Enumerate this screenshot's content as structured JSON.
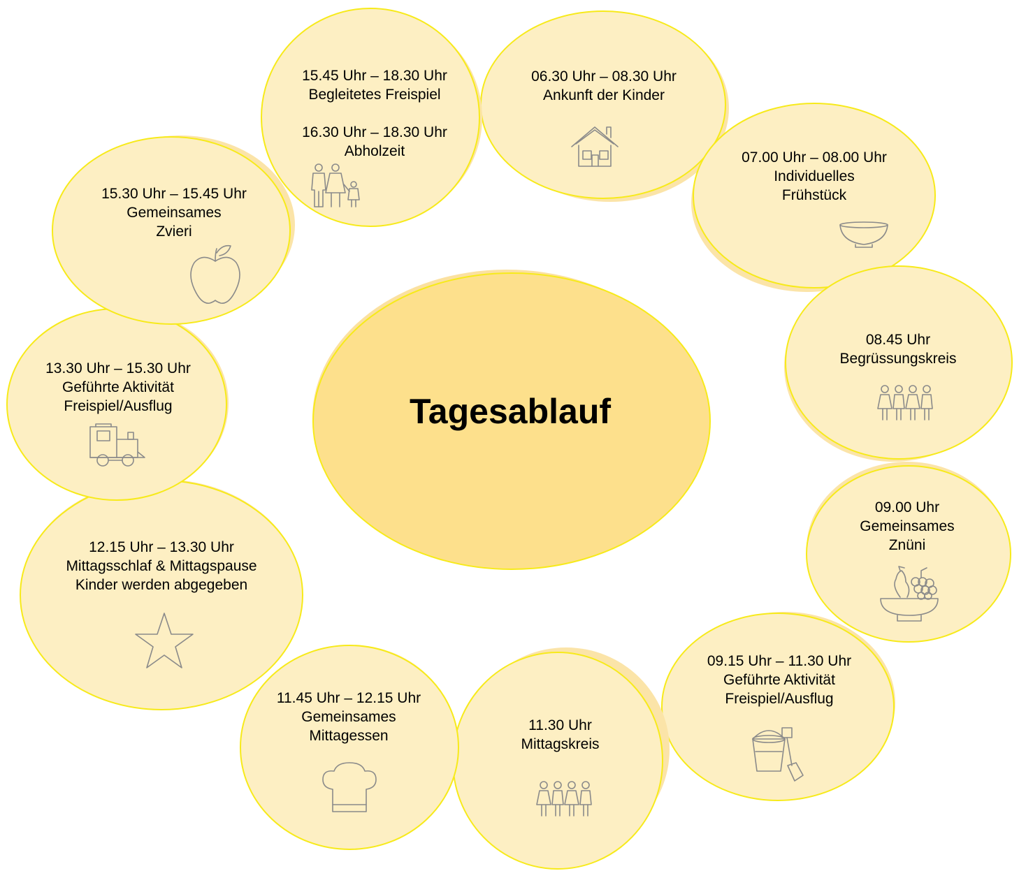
{
  "title": "Tagesablauf",
  "colors": {
    "fill": "#fdefc3",
    "shadow": "#fbe4a8",
    "outline": "#f7ea1a",
    "center_fill": "#fde08c",
    "icon_stroke": "#8a8a8a"
  },
  "steps": [
    {
      "lines": [
        "06.30 Uhr – 08.30 Uhr",
        "Ankunft der Kinder"
      ],
      "icon": "house-icon"
    },
    {
      "lines": [
        "07.00 Uhr – 08.00 Uhr",
        "Individuelles",
        "Frühstück"
      ],
      "icon": "bowl-icon"
    },
    {
      "lines": [
        "08.45 Uhr",
        "Begrüssungskreis"
      ],
      "icon": "children-group-icon"
    },
    {
      "lines": [
        "09.00 Uhr",
        "Gemeinsames",
        "Znüni"
      ],
      "icon": "fruit-bowl-icon"
    },
    {
      "lines": [
        "09.15 Uhr – 11.30 Uhr",
        "Geführte Aktivität",
        "Freispiel/Ausflug"
      ],
      "icon": "bucket-spade-icon"
    },
    {
      "lines": [
        "11.30 Uhr",
        "Mittagskreis"
      ],
      "icon": "children-group-icon"
    },
    {
      "lines": [
        "11.45 Uhr – 12.15 Uhr",
        "Gemeinsames",
        "Mittagessen"
      ],
      "icon": "chef-hat-icon"
    },
    {
      "lines": [
        "12.15 Uhr – 13.30 Uhr",
        "Mittagsschlaf & Mittagspause",
        "Kinder werden abgegeben"
      ],
      "icon": "star-icon"
    },
    {
      "lines": [
        "13.30 Uhr – 15.30 Uhr",
        "Geführte Aktivität",
        "Freispiel/Ausflug"
      ],
      "icon": "toy-train-icon"
    },
    {
      "lines": [
        "15.30 Uhr – 15.45 Uhr",
        "Gemeinsames",
        "Zvieri"
      ],
      "icon": "apple-icon"
    },
    {
      "lines": [
        "15.45 Uhr – 18.30 Uhr",
        "Begleitetes Freispiel",
        "",
        "16.30 Uhr – 18.30 Uhr",
        "Abholzeit"
      ],
      "icon": "family-icon"
    }
  ]
}
